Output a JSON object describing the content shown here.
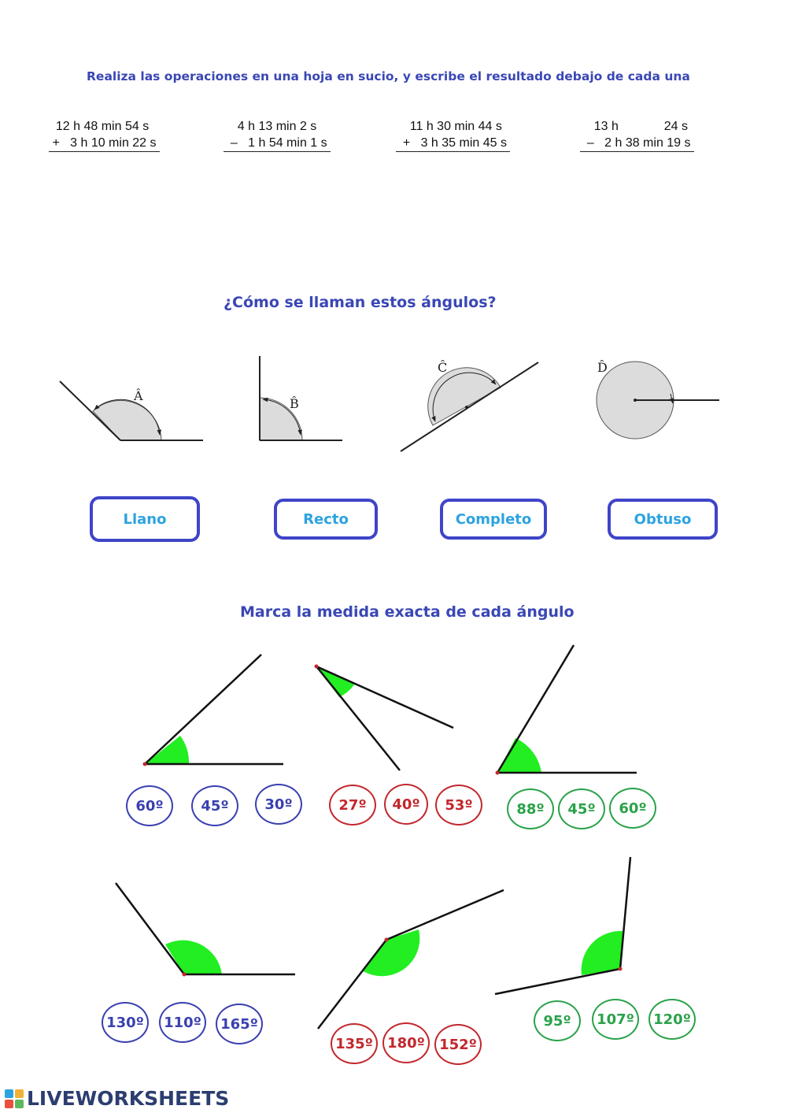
{
  "instructions": {
    "operations": "Realiza las operaciones en una hoja en sucio, y escribe el resultado debajo de cada una",
    "angle_names": "¿Cómo se llaman estos ángulos?",
    "measures": "Marca la medida exacta de cada ángulo"
  },
  "operations": [
    {
      "line1": "  12 h 48 min 54 s",
      "line2": " +   3 h 10 min 22 s "
    },
    {
      "line1": "    4 h 13 min 2 s",
      "line2": "  –   1 h 54 min 1 s "
    },
    {
      "line1": "    11 h 30 min 44 s",
      "line2": "  +   3 h 35 min 45 s "
    },
    {
      "line1": "    13 h             24 s",
      "line2": "  –   2 h 38 min 19 s "
    }
  ],
  "angle_labels": [
    "Â",
    "B̂",
    "Ĉ",
    "D̂"
  ],
  "angle_answers": [
    "Llano",
    "Recto",
    "Completo",
    "Obtuso"
  ],
  "measure_options": [
    [
      "60º",
      "45º",
      "30º"
    ],
    [
      "27º",
      "40º",
      "53º"
    ],
    [
      "88º",
      "45º",
      "60º"
    ],
    [
      "130º",
      "110º",
      "165º"
    ],
    [
      "135º",
      "180º",
      "152º"
    ],
    [
      "95º",
      "107º",
      "120º"
    ]
  ],
  "colors": {
    "title": "#3a47b5",
    "box_border": "#3f44c8",
    "box_text": "#2ca3e0",
    "blue": "#3a40b0",
    "red": "#c2282d",
    "green": "#2aa24a",
    "angle_fill": "#22ee22"
  },
  "footer": {
    "brand": "LIVEWORKSHEETS",
    "logo_icon": "liveworksheets-logo-icon"
  }
}
